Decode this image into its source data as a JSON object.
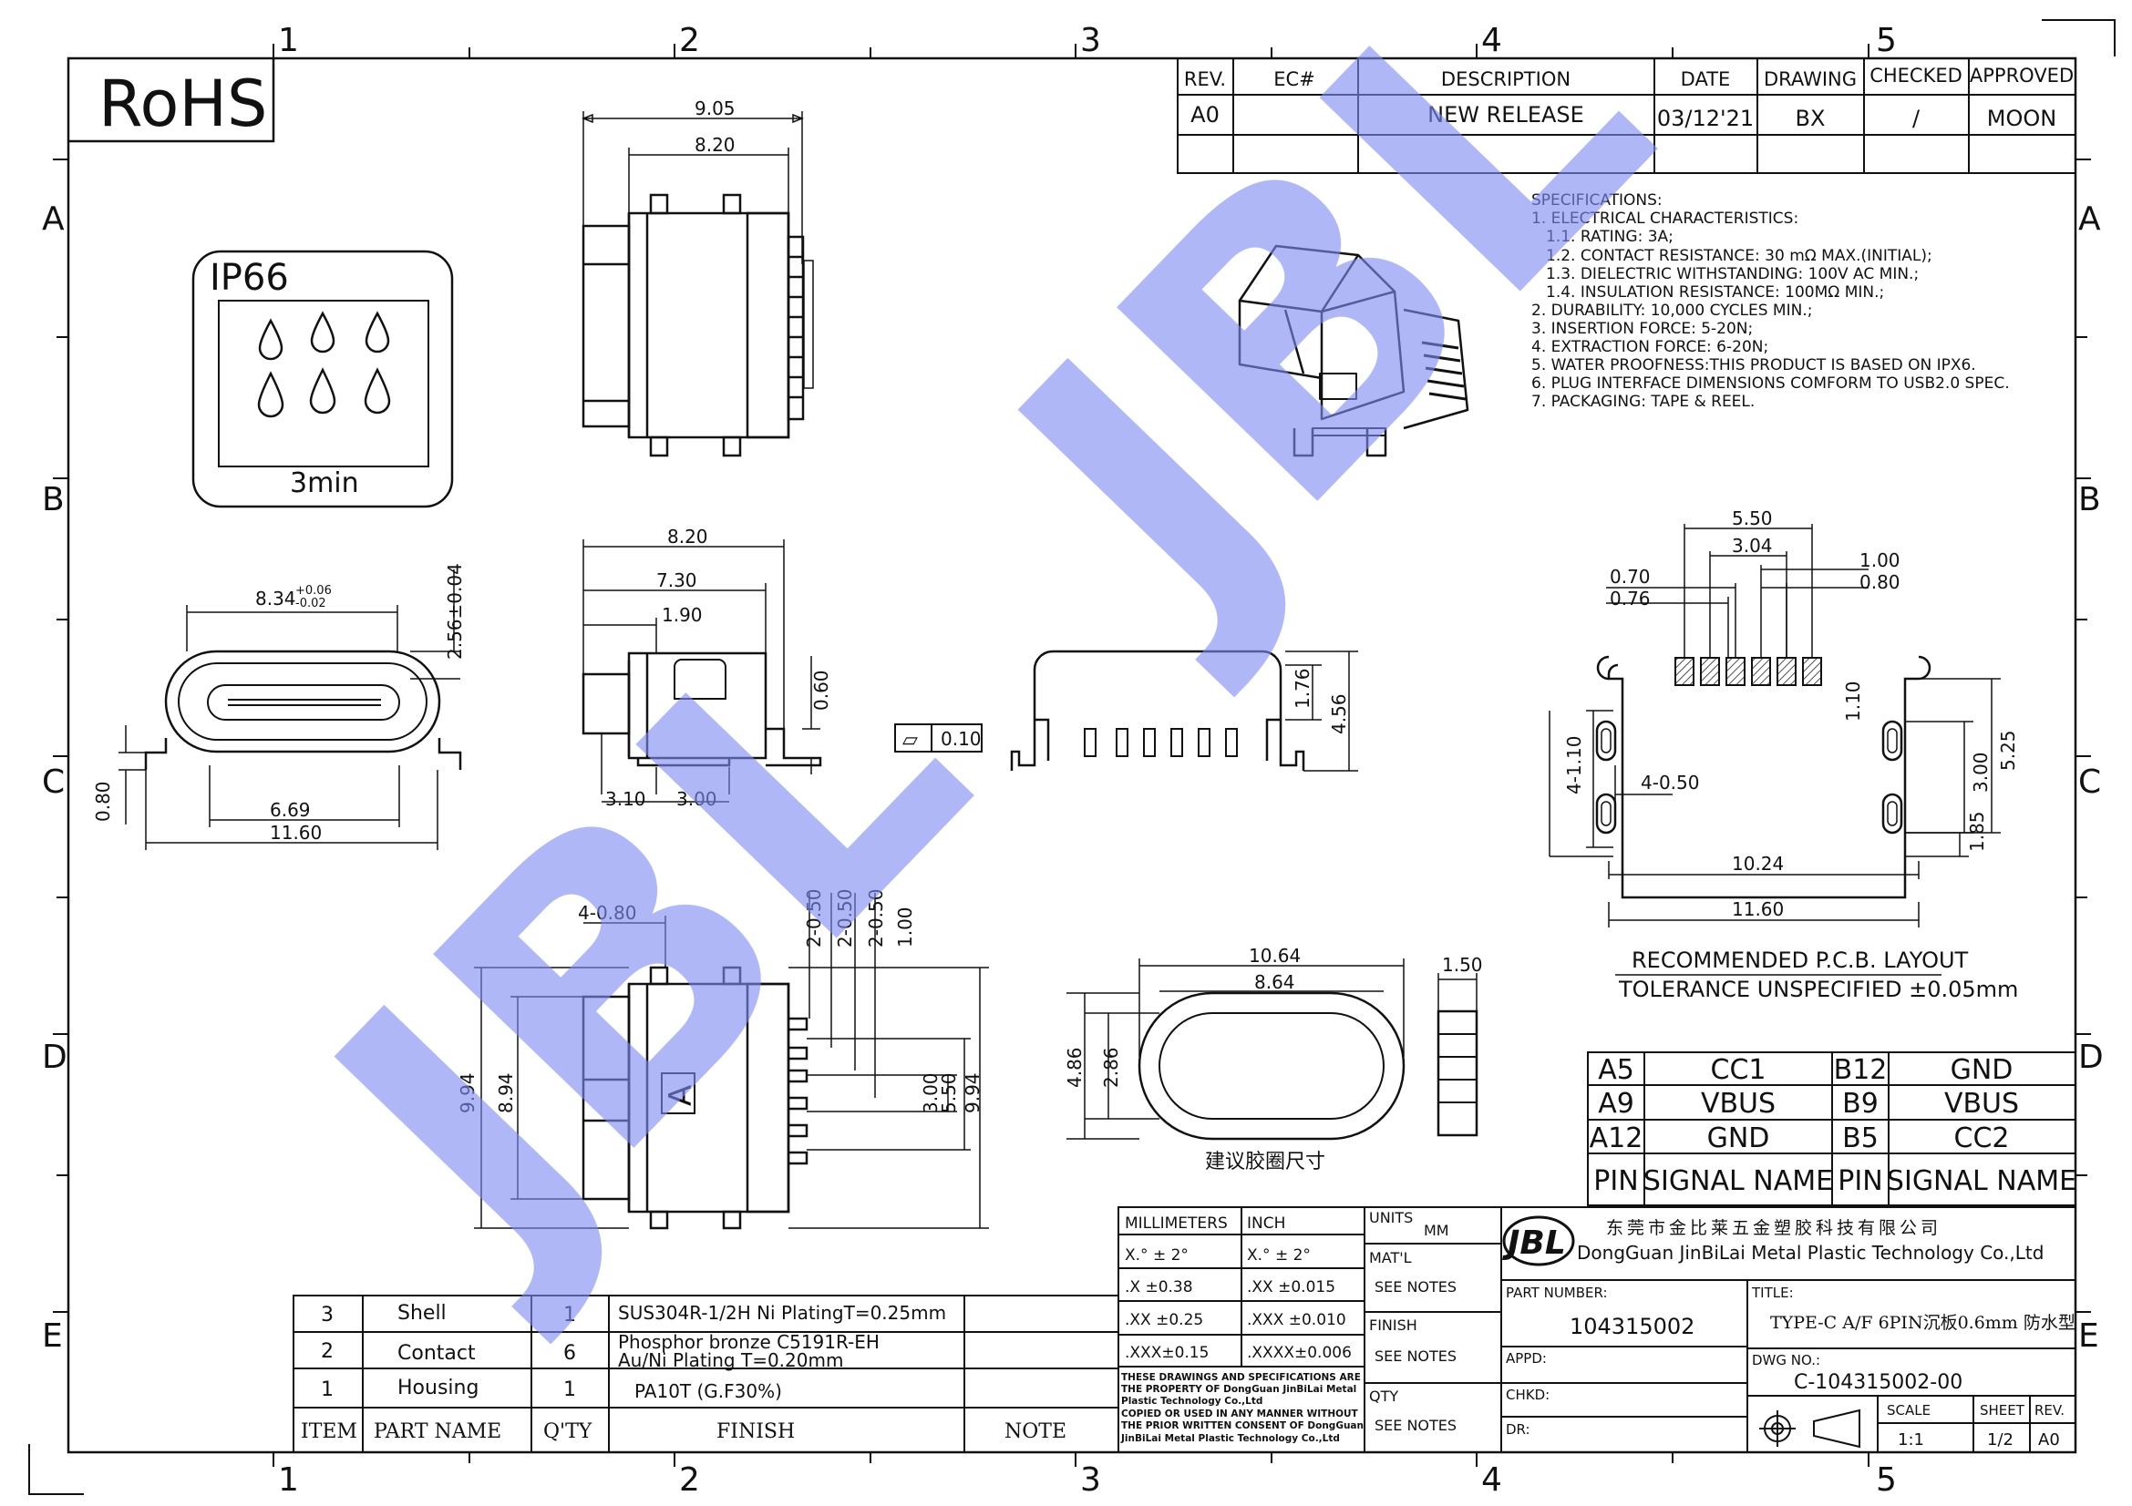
{
  "border": {
    "columns": [
      "1",
      "2",
      "3",
      "4",
      "5"
    ],
    "rows": [
      "A",
      "B",
      "C",
      "D",
      "E"
    ]
  },
  "rohs": "RoHS",
  "ip_badge": {
    "rating": "IP66",
    "time": "3min"
  },
  "revision": {
    "headers": [
      "REV.",
      "EC#",
      "DESCRIPTION",
      "DATE",
      "DRAWING",
      "CHECKED",
      "APPROVED"
    ],
    "row": [
      "A0",
      "",
      "NEW RELEASE",
      "03/12'21",
      "BX",
      "/",
      "MOON"
    ]
  },
  "specifications": [
    "SPECIFICATIONS:",
    "1. ELECTRICAL CHARACTERISTICS:",
    "1.1. RATING: 3A;",
    "1.2. CONTACT RESISTANCE: 30 mΩ MAX.(INITIAL);",
    "1.3. DIELECTRIC WITHSTANDING: 100V AC MIN.;",
    "1.4. INSULATION RESISTANCE: 100MΩ MIN.;",
    "2. DURABILITY: 10,000 CYCLES MIN.;",
    "3. INSERTION FORCE: 5-20N;",
    "4. EXTRACTION FORCE: 6-20N;",
    "5. WATER PROOFNESS:THIS PRODUCT IS BASED ON IPX6.",
    "6. PLUG INTERFACE DIMENSIONS COMFORM TO USB2.0 SPEC.",
    "7. PACKAGING: TAPE & REEL."
  ],
  "dims": {
    "top_905": "9.05",
    "top_820": "8.20",
    "side_820": "8.20",
    "side_730": "7.30",
    "side_190": "1.90",
    "side_060": "0.60",
    "side_310": "3.10",
    "side_300": "3.00",
    "front_834": "8.34",
    "front_834_plus": "+0.06",
    "front_834_minus": "-0.02",
    "front_256": "2.56±0.04",
    "front_080": "0.80",
    "front_669": "6.69",
    "front_1160": "11.60",
    "flat_sym": "▱",
    "flat_val": "0.10",
    "end_176": "1.76",
    "end_456": "4.56",
    "bot_480": "4-0.80",
    "bot_250a": "2-0.50",
    "bot_250b": "2-0.50",
    "bot_250c": "2-0.50",
    "bot_100": "1.00",
    "bot_994l": "9.94",
    "bot_894": "8.94",
    "bot_300": "3.00",
    "bot_550": "5.50",
    "bot_994r": "9.94",
    "bot_mark": "A",
    "gasket_1064": "10.64",
    "gasket_864": "8.64",
    "gasket_486": "4.86",
    "gasket_286": "2.86",
    "gasket_150": "1.50",
    "gasket_caption": "建议胶圈尺寸",
    "pcb_550": "5.50",
    "pcb_304": "3.04",
    "pcb_070": "0.70",
    "pcb_076": "0.76",
    "pcb_100": "1.00",
    "pcb_080": "0.80",
    "pcb_110": "1.10",
    "pcb_4110": "4-1.10",
    "pcb_4050": "4-0.50",
    "pcb_300": "3.00",
    "pcb_525": "5.25",
    "pcb_185": "1.85",
    "pcb_1024": "10.24",
    "pcb_1160": "11.60"
  },
  "pcb_layout": {
    "title": "RECOMMENDED P.C.B. LAYOUT",
    "tolerance": "TOLERANCE UNSPECIFIED ±0.05mm"
  },
  "pinout": {
    "rows": [
      [
        "A5",
        "CC1",
        "B12",
        "GND"
      ],
      [
        "A9",
        "VBUS",
        "B9",
        "VBUS"
      ],
      [
        "A12",
        "GND",
        "B5",
        "CC2"
      ]
    ],
    "footer": [
      "PIN",
      "SIGNAL NAME",
      "PIN",
      "SIGNAL NAME"
    ]
  },
  "bom": {
    "rows": [
      [
        "3",
        "Shell",
        "1",
        "SUS304R-1/2H Ni PlatingT=0.25mm",
        ""
      ],
      [
        "2",
        "Contact",
        "6",
        "Phosphor bronze C5191R-EH",
        "Au/Ni Plating T=0.20mm"
      ],
      [
        "1",
        "Housing",
        "1",
        "PA10T (G.F30%)",
        ""
      ]
    ],
    "headers": [
      "ITEM",
      "PART NAME",
      "Q'TY",
      "FINISH",
      "NOTE"
    ]
  },
  "tolerance_block": {
    "col1_header": "MILLIMETERS",
    "col2_header": "INCH",
    "rows": [
      [
        "X.° ± 2°",
        "X.° ± 2°"
      ],
      [
        ".X ±0.38",
        ".XX ±0.015"
      ],
      [
        ".XX ±0.25",
        ".XXX ±0.010"
      ],
      [
        ".XXX±0.15",
        ".XXXX±0.006"
      ]
    ],
    "notice": [
      "THESE DRAWINGS AND SPECIFICATIONS ARE",
      "THE PROPERTY OF DongGuan JinBiLai Metal",
      "Plastic Technology Co.,Ltd",
      "COPIED OR USED IN ANY MANNER WITHOUT",
      "THE PRIOR WRITTEN CONSENT OF DongGuan",
      "JinBiLai Metal Plastic Technology Co.,Ltd"
    ]
  },
  "units_block": {
    "units_label": "UNITS",
    "units_value": "MM",
    "matl_label": "MAT'L",
    "matl_value": "SEE NOTES",
    "finish_label": "FINISH",
    "finish_value": "SEE NOTES",
    "qty_label": "QTY",
    "qty_value": "SEE NOTES"
  },
  "company": {
    "logo": "JBL",
    "name_cn": "东莞市金比莱五金塑胶科技有限公司",
    "name_en": "DongGuan JinBiLai Metal Plastic Technology Co.,Ltd"
  },
  "part": {
    "number_label": "PART NUMBER:",
    "number": "104315002",
    "title_label": "TITLE:",
    "title": "TYPE-C A/F 6PIN沉板0.6mm 防水型",
    "appd_label": "APPD:",
    "chkd_label": "CHKD:",
    "dr_label": "DR:",
    "dwg_label": "DWG NO.:",
    "dwg": "C-104315002-00",
    "scale_label": "SCALE",
    "scale": "1:1",
    "sheet_label": "SHEET",
    "sheet": "1/2",
    "rev_label": "REV.",
    "rev": "A0"
  },
  "watermark": "JBL",
  "colors": {
    "ink": "#111111",
    "watermark": "#7e8cf0"
  }
}
